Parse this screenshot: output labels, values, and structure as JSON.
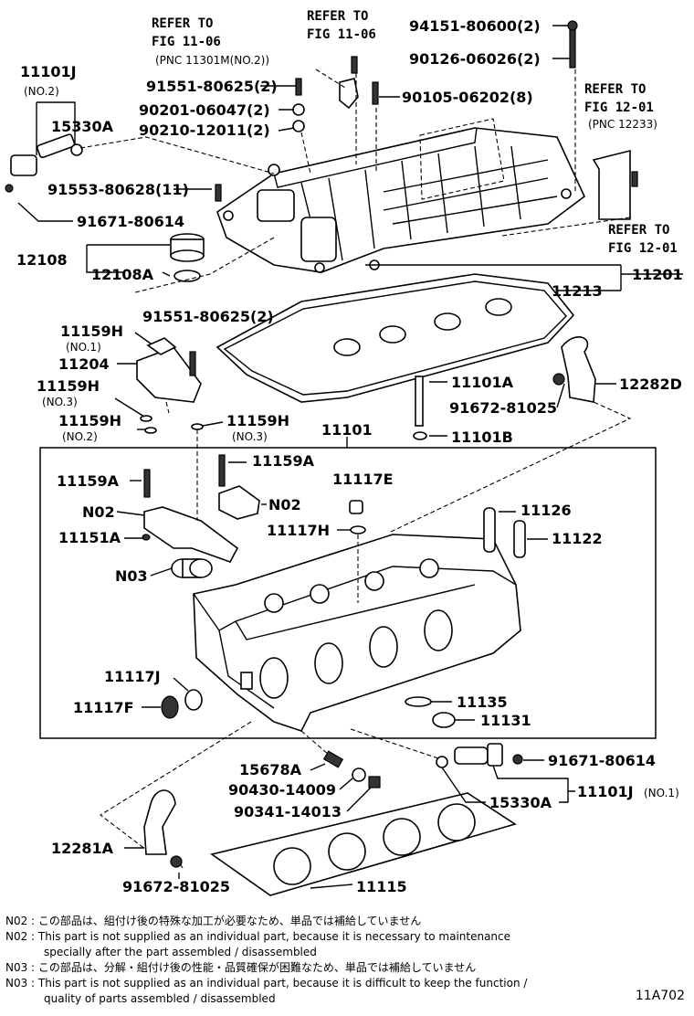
{
  "labels": {
    "l11101J": "11101J",
    "l11101J_no2": "(NO.2)",
    "l15330A_top": "15330A",
    "l91553": "91553-80628(11)",
    "l91671_top": "91671-80614",
    "l12108": "12108",
    "l12108A": "12108A",
    "refer1a": "REFER TO",
    "refer1b": "FIG 11-06",
    "refer1c": "(PNC 11301M(NO.2))",
    "refer2a": "REFER TO",
    "refer2b": "FIG 11-06",
    "l94151": "94151-80600(2)",
    "l90126": "90126-06026(2)",
    "l91551_top": "91551-80625(2)",
    "l90105": "90105-06202(8)",
    "l90201": "90201-06047(2)",
    "l90210": "90210-12011(2)",
    "refer3a": "REFER TO",
    "refer3b": "FIG 12-01",
    "refer3c": "(PNC 12233)",
    "refer4a": "REFER TO",
    "refer4b": "FIG 12-01",
    "l11201": "11201",
    "l11213": "11213",
    "l91551_mid": "91551-80625(2)",
    "l11159H_no1": "11159H",
    "l11159H_no1s": "(NO.1)",
    "l11204": "11204",
    "l11159H_no3": "11159H",
    "l11159H_no3s": "(NO.3)",
    "l11159H_no2": "11159H",
    "l11159H_no2s": "(NO.2)",
    "l11159H_r": "11159H",
    "l11159H_rs": "(NO.3)",
    "l11101A": "11101A",
    "l91672_top": "91672-81025",
    "l12282D": "12282D",
    "l11101B": "11101B",
    "l11101": "11101",
    "l11159A_l": "11159A",
    "l11159A_r": "11159A",
    "l11117E": "11117E",
    "lN02_l": "N02",
    "lN02_r": "N02",
    "l11126": "11126",
    "l11151A": "11151A",
    "l11117H": "11117H",
    "l11122": "11122",
    "lN03": "N03",
    "l11117J": "11117J",
    "l11117F": "11117F",
    "l11135": "11135",
    "l11131": "11131",
    "l15678A": "15678A",
    "l90430": "90430-14009",
    "l90341": "90341-14013",
    "l91671_bot": "91671-80614",
    "l15330A_bot": "15330A",
    "l11101J_bot": "11101J",
    "l11101J_bots": "(NO.1)",
    "l12281A": "12281A",
    "l91672_bot": "91672-81025",
    "l11115": "11115"
  },
  "notes": [
    "N02 : この部品は、組付け後の特殊な加工が必要なため、単品では補給していません",
    "N02 : This part is not supplied as an individual part, because it is necessary to maintenance",
    "specially after the part assembled / disassembled",
    "N03 : この部品は、分解・組付け後の性能・品質確保が困難なため、単品では補給していません",
    "N03 : This part is not supplied as an individual part, because it is difficult to keep the function /",
    "quality of parts  assembled / disassembled"
  ],
  "figure_code": "11A702"
}
